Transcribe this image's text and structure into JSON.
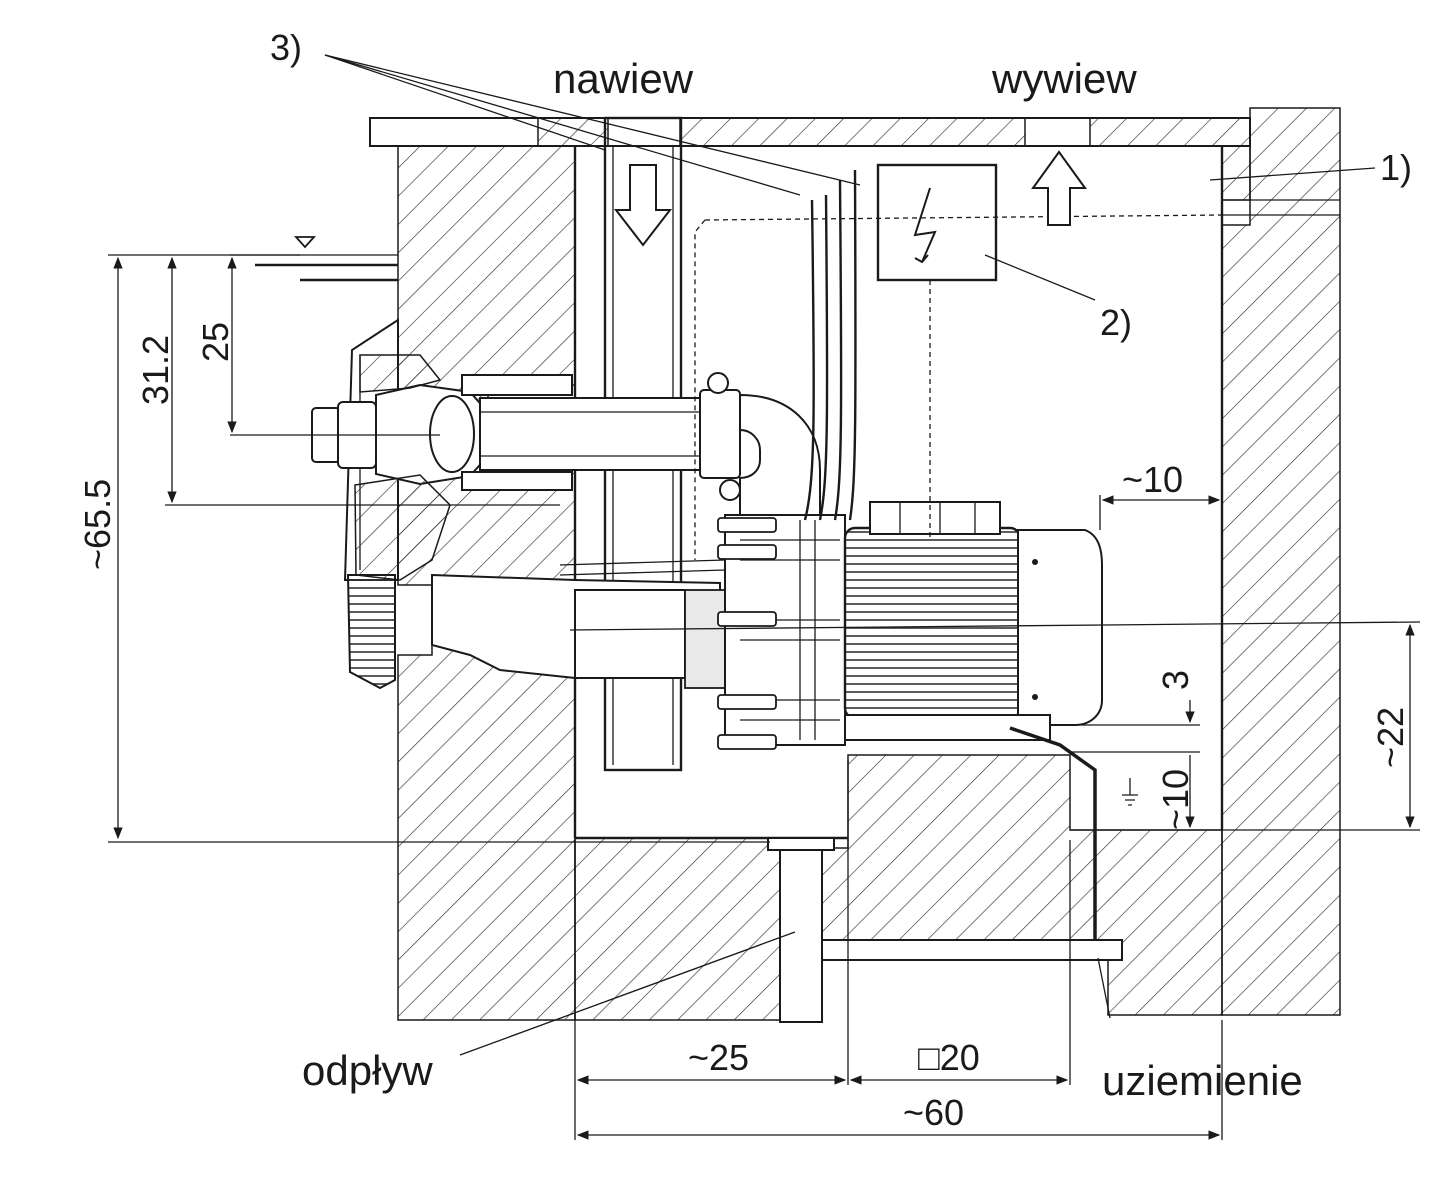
{
  "labels": {
    "supply_air": "nawiew",
    "exhaust_air": "wywiew",
    "drain": "odpływ",
    "grounding": "uziemienie"
  },
  "references": {
    "r1": "1)",
    "r2": "2)",
    "r3": "3)"
  },
  "dimensions": {
    "d_65_5": "~65.5",
    "d_31_2": "31.2",
    "d_25_vert": "25",
    "d_10_top": "~10",
    "d_3": "3",
    "d_10_bottom": "~10",
    "d_22": "~22",
    "d_25_horiz": "~25",
    "d_20": "□20",
    "d_60": "~60"
  }
}
